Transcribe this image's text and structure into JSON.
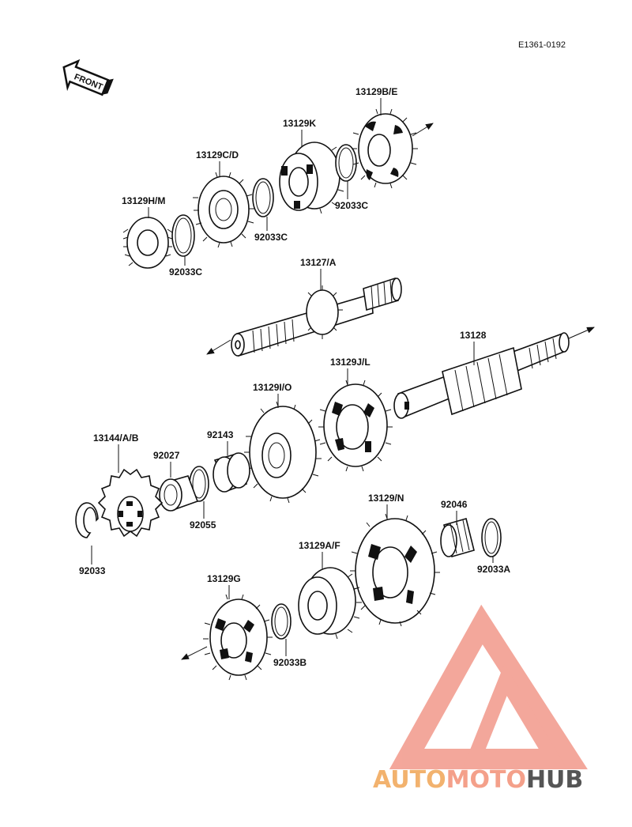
{
  "diagram": {
    "drawing_code": "E1361-0192",
    "front_label": "FRONT",
    "labels": {
      "p13129BE": "13129B/E",
      "p13129K": "13129K",
      "p13129CD": "13129C/D",
      "p13129HM": "13129H/M",
      "p92033C_1": "92033C",
      "p92033C_2": "92033C",
      "p92033C_3": "92033C",
      "p13127A": "13127/A",
      "p13128": "13128",
      "p13129JL": "13129J/L",
      "p13129IO": "13129I/O",
      "p13144AB": "13144/A/B",
      "p92027": "92027",
      "p92143": "92143",
      "p92055": "92055",
      "p92033": "92033",
      "p13129N": "13129/N",
      "p92046": "92046",
      "p92033A": "92033A",
      "p13129AF": "13129A/F",
      "p13129G": "13129G",
      "p92033B": "92033B"
    }
  },
  "watermark": {
    "part1": "AUTO",
    "part2": "MOTO",
    "part3": "HUB",
    "color_light": "#f4a08a",
    "color_mid": "#f2b26e",
    "color_dark": "#555555"
  }
}
